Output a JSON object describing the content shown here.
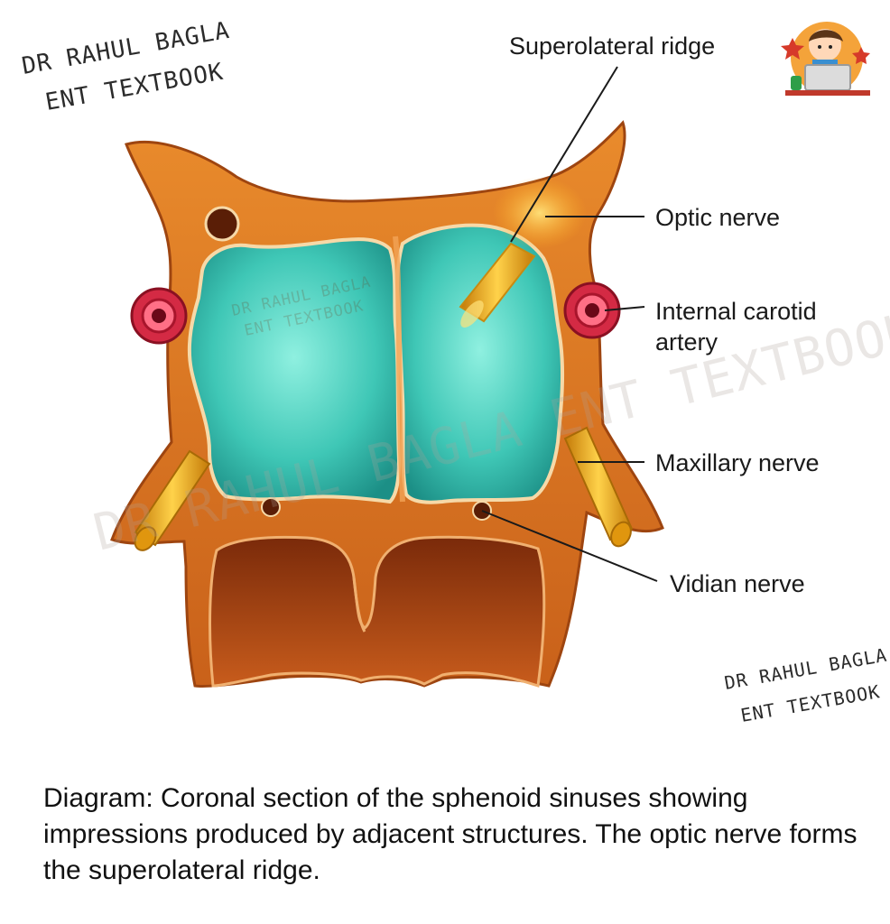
{
  "watermark": {
    "top_line1": "DR RAHUL BAGLA",
    "top_line2": "ENT TEXTBOOK",
    "bottom_line1": "DR RAHUL BAGLA",
    "bottom_line2": "ENT TEXTBOOK",
    "faint_small_line1": "DR RAHUL BAGLA",
    "faint_small_line2": "ENT TEXTBOOK",
    "faint_large": "DR RAHUL BAGLA ENT TEXTBOOK"
  },
  "labels": {
    "superolateral_ridge": "Superolateral ridge",
    "optic_nerve": "Optic nerve",
    "internal_carotid_line1": "Internal carotid",
    "internal_carotid_line2": "artery",
    "maxillary_nerve": "Maxillary nerve",
    "vidian_nerve": "Vidian nerve"
  },
  "caption": "Diagram: Coronal section of the sphenoid sinuses showing impressions produced by adjacent structures. The optic nerve forms the superolateral ridge.",
  "logo_icon": "boy-at-laptop-icon",
  "colors": {
    "bone": "#d9731e",
    "bone_dark": "#a84a12",
    "sinus": "#3fc7b6",
    "artery": "#d42a44",
    "nerve": "#f2b01e"
  }
}
